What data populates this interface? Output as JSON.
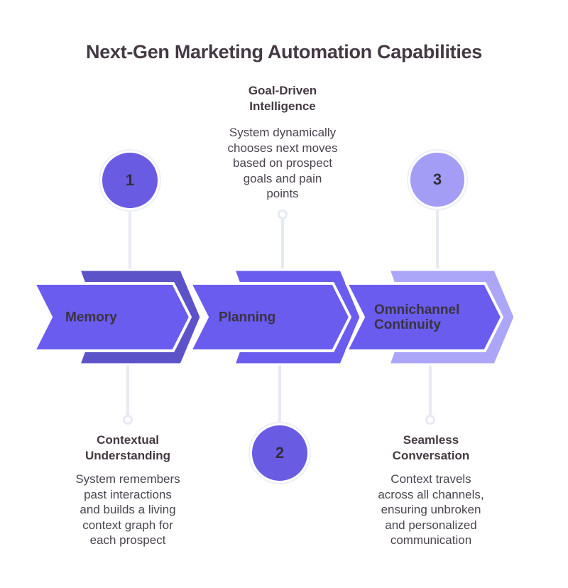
{
  "title": "Next-Gen Marketing Automation Capabilities",
  "colors": {
    "front_arrow": "#6a5cee",
    "back_arrow_dark": "#5c53c9",
    "back_arrow_light": "#aba6f8",
    "badge_main": "#6a5ce2",
    "badge_light": "#a49df5",
    "connector": "#e7e9f3",
    "heading_text": "#443943",
    "body_text": "#4b4450",
    "background": "#ffffff"
  },
  "steps": [
    {
      "number": "1",
      "arrow_label": "Memory",
      "callout_position": "bottom",
      "callout_title": "Contextual\nUnderstanding",
      "callout_body": "System remembers\npast interactions\nand builds a living\ncontext graph for\neach prospect"
    },
    {
      "number": "2",
      "arrow_label": "Planning",
      "callout_position": "top",
      "callout_title": "Goal-Driven\nIntelligence",
      "callout_body": "System dynamically\nchooses next moves\nbased on prospect\ngoals and pain\npoints"
    },
    {
      "number": "3",
      "arrow_label": "Omnichannel\nContinuity",
      "callout_position": "bottom",
      "callout_title": "Seamless\nConversation",
      "callout_body": "Context travels\nacross all channels,\nensuring unbroken\nand personalized\ncommunication"
    }
  ]
}
